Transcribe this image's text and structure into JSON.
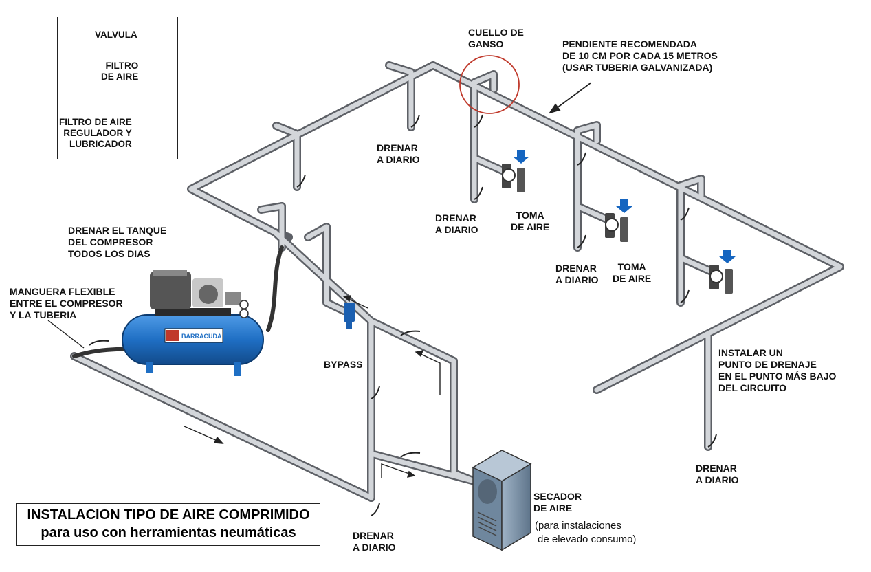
{
  "legend": {
    "valvula": "VALVULA",
    "filtro_aire": [
      "FILTRO",
      "DE AIRE"
    ],
    "frl": [
      "FILTRO DE AIRE",
      "REGULADOR  Y",
      "LUBRICADOR"
    ]
  },
  "labels": {
    "cuello_ganso": [
      "CUELLO DE",
      "GANSO"
    ],
    "pendiente": [
      "PENDIENTE RECOMENDADA",
      "DE 10 CM POR CADA 15 METROS",
      "(USAR TUBERIA GALVANIZADA)"
    ],
    "drenar_1": [
      "DRENAR",
      "A DIARIO"
    ],
    "drenar_2": [
      "DRENAR",
      "A DIARIO"
    ],
    "drenar_3": [
      "DRENAR",
      "A DIARIO"
    ],
    "drenar_4": [
      "DRENAR",
      "A DIARIO"
    ],
    "drenar_5": [
      "DRENAR",
      "A DIARIO"
    ],
    "toma_1": [
      "TOMA",
      "DE AIRE"
    ],
    "toma_2": [
      "TOMA",
      "DE AIRE"
    ],
    "drenar_tanque": [
      "DRENAR EL TANQUE",
      "DEL COMPRESOR",
      "TODOS LOS DIAS"
    ],
    "manguera": [
      "MANGUERA FLEXIBLE",
      "ENTRE EL COMPRESOR",
      "Y LA TUBERIA"
    ],
    "bypass": "BYPASS",
    "instalar_drenaje": [
      "INSTALAR UN",
      "PUNTO DE DRENAJE",
      "EN EL PUNTO MÁS BAJO",
      "DEL CIRCUITO"
    ],
    "secador": [
      "SECADOR",
      "DE AIRE"
    ],
    "secador_nota": [
      "(para instalaciones",
      "de elevado consumo)"
    ],
    "compressor_brand": "BARRACUDA"
  },
  "title": {
    "line1": "INSTALACION TIPO DE AIRE COMPRIMIDO",
    "line2": "para uso con herramientas neumáticas"
  },
  "colors": {
    "pipe": "#c9ccd0",
    "pipe_edge": "#5d6066",
    "compressor_blue": "#1f6fc4",
    "filter_blue": "#1b5fb0",
    "arrow_blue": "#1565c0",
    "highlight_circle": "#c0392b",
    "dryer": "#7f96ac"
  }
}
